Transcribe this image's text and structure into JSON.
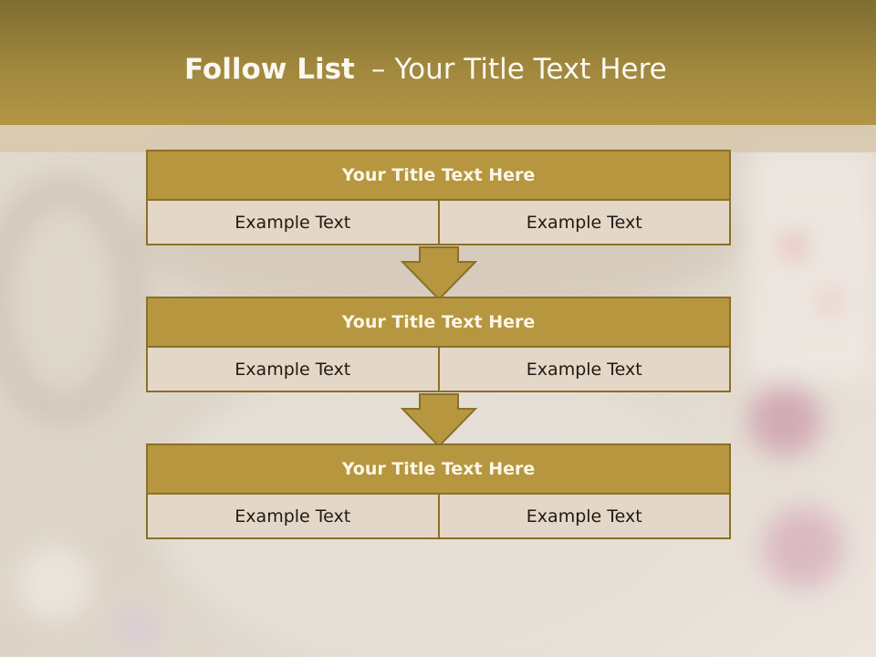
{
  "slide": {
    "title_bold": "Follow List",
    "title_separator": "–",
    "title_rest": "Your Title Text Here"
  },
  "blocks": [
    {
      "title": "Your Title Text Here",
      "left": "Example Text",
      "right": "Example Text"
    },
    {
      "title": "Your Title Text Here",
      "left": "Example Text",
      "right": "Example Text"
    },
    {
      "title": "Your Title Text Here",
      "left": "Example Text",
      "right": "Example Text"
    }
  ],
  "colors": {
    "header_top": "#7e6c31",
    "header_bottom": "#b19544",
    "block_title_fill": "#b6963f",
    "block_border": "#8a7028",
    "cell_fill": "#e4d7c7",
    "arrow_fill": "#b6963f"
  },
  "icons": {
    "flow_arrow": "down-arrow-icon"
  }
}
